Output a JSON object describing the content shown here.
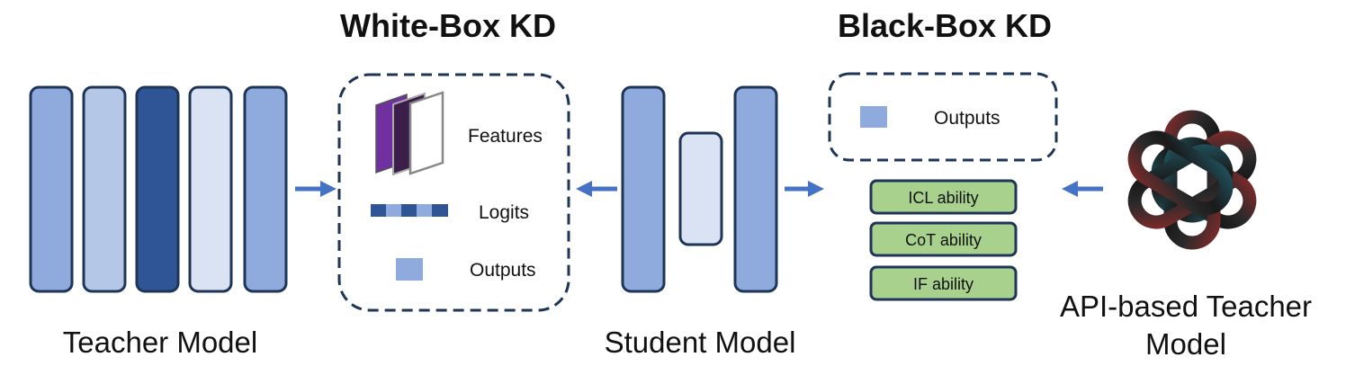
{
  "titles": {
    "white_box": "White-Box KD",
    "black_box": "Black-Box KD"
  },
  "labels": {
    "teacher_model": "Teacher Model",
    "student_model": "Student Model",
    "api_teacher_line1": "API-based Teacher",
    "api_teacher_line2": "Model"
  },
  "white_box_items": {
    "features": "Features",
    "logits": "Logits",
    "outputs": "Outputs"
  },
  "black_box_items": {
    "outputs": "Outputs",
    "abilities": [
      "ICL ability",
      "CoT ability",
      "IF ability"
    ]
  },
  "colors": {
    "dark_blue": "#2f5597",
    "mid_blue": "#8faadc",
    "light_blue": "#b4c7e7",
    "pale_blue": "#dae3f3",
    "arrow": "#4472c4",
    "border": "#1f3557",
    "ability_green": "#a9d18e",
    "feature_purple": "#7030a0"
  },
  "icons": {
    "api_teacher": "openai-logo-icon"
  }
}
